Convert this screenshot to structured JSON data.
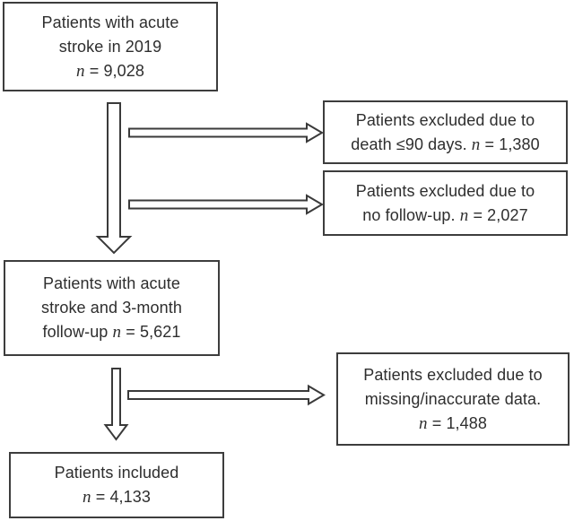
{
  "diagram": {
    "type": "patient-flowchart",
    "colors": {
      "background": "#ffffff",
      "box_border": "#3d3d3d",
      "text": "#2e2e2e",
      "arrow_outline": "#3a3a3a",
      "arrow_fill": "#ffffff"
    },
    "boxes": {
      "source": {
        "lines": [
          {
            "pre": "Patients with acute",
            "it": "",
            "post": ""
          },
          {
            "pre": "stroke in 2019",
            "it": "",
            "post": ""
          },
          {
            "pre": "",
            "it": "n",
            "post": " = 9,028"
          }
        ]
      },
      "excl_death": {
        "lines": [
          {
            "pre": "Patients excluded due to",
            "it": "",
            "post": ""
          },
          {
            "pre": "death ≤90 days. ",
            "it": "n",
            "post": " = 1,380"
          }
        ]
      },
      "excl_followup": {
        "lines": [
          {
            "pre": "Patients excluded due to",
            "it": "",
            "post": ""
          },
          {
            "pre": "no follow-up. ",
            "it": "n",
            "post": " = 2,027"
          }
        ]
      },
      "followup": {
        "lines": [
          {
            "pre": "Patients with acute",
            "it": "",
            "post": ""
          },
          {
            "pre": "stroke and 3-month",
            "it": "",
            "post": ""
          },
          {
            "pre": "follow-up ",
            "it": "n",
            "post": " = 5,621"
          }
        ]
      },
      "excl_missing": {
        "lines": [
          {
            "pre": "Patients excluded due to",
            "it": "",
            "post": ""
          },
          {
            "pre": "missing/inaccurate data.",
            "it": "",
            "post": ""
          },
          {
            "pre": "",
            "it": "n",
            "post": " = 1,488"
          }
        ]
      },
      "included": {
        "lines": [
          {
            "pre": "Patients included",
            "it": "",
            "post": ""
          },
          {
            "pre": "",
            "it": "n",
            "post": " = 4,133"
          }
        ]
      }
    }
  }
}
